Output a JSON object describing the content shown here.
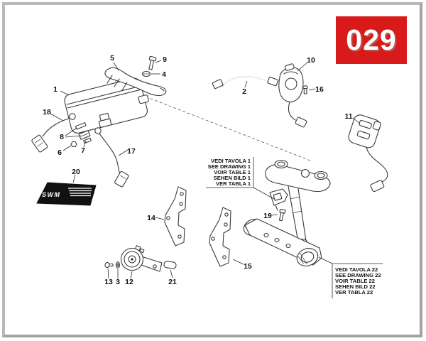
{
  "page": {
    "badge": "029",
    "badge_bg": "#d91a1a",
    "frame_color": "#b9b9b9"
  },
  "decal": {
    "text": "SWM"
  },
  "notes": {
    "drawing1": {
      "lines": [
        "VEDI TAVOLA 1",
        "SEE DRAWING 1",
        "VOIR TABLE 1",
        "SEHEN BILD 1",
        "VER TABLA 1"
      ]
    },
    "drawing22": {
      "lines": [
        "VEDI TAVOLA 22",
        "SEE DRAWING 22",
        "VOIR TABLE 22",
        "SEHEN BILD 22",
        "VER TABLA 22"
      ]
    }
  },
  "callouts": {
    "c1": "1",
    "c2": "2",
    "c3": "3",
    "c4": "4",
    "c5": "5",
    "c6": "6",
    "c7": "7",
    "c8": "8",
    "c9": "9",
    "c10": "10",
    "c11": "11",
    "c12": "12",
    "c13": "13",
    "c14": "14",
    "c15": "15",
    "c16": "16",
    "c17": "17",
    "c18": "18",
    "c19": "19",
    "c20": "20",
    "c21": "21"
  }
}
